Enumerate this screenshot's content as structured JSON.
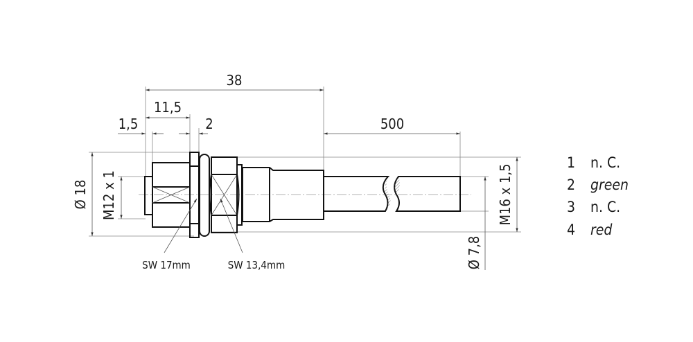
{
  "dimensions": {
    "overall_length": "38",
    "thread_length": "11,5",
    "front_offset": "1,5",
    "flange_width": "2",
    "cable_length": "500",
    "outer_diameter": "Ø 18",
    "front_thread": "M12 x 1",
    "rear_thread": "M16 x 1,5",
    "cable_diameter": "Ø 7,8"
  },
  "callouts": {
    "wrench_size_flange": "SW 17mm",
    "wrench_size_nut": "SW 13,4mm"
  },
  "pin_legend": [
    {
      "pin": "1",
      "label": "n. C.",
      "italic": false
    },
    {
      "pin": "2",
      "label": "green",
      "italic": true
    },
    {
      "pin": "3",
      "label": "n. C.",
      "italic": false
    },
    {
      "pin": "4",
      "label": "red",
      "italic": true
    }
  ]
}
